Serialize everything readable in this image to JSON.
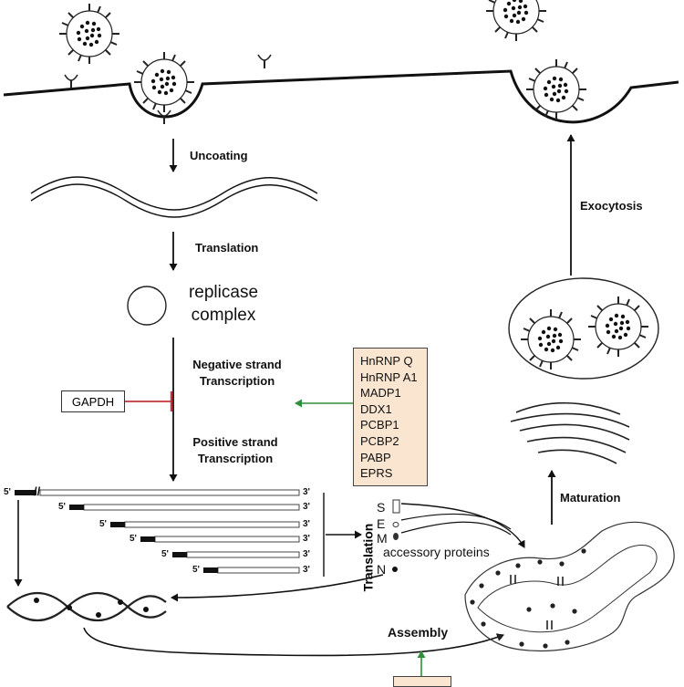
{
  "labels": {
    "uncoating": "Uncoating",
    "translation_1": "Translation",
    "replicase_line1": "replicase",
    "replicase_line2": "complex",
    "neg_line1": "Negative strand",
    "neg_line2": "Transcription",
    "pos_line1": "Positive strand",
    "pos_line2": "Transcription",
    "translation_2": "Translation",
    "exocytosis": "Exocytosis",
    "maturation": "Maturation",
    "assembly": "Assembly",
    "gapdh": "GAPDH",
    "accessory": "accessory proteins"
  },
  "host_factors": [
    "HnRNP Q",
    "HnRNP A1",
    "MADP1",
    "DDX1",
    "PCBP1",
    "PCBP2",
    "PABP",
    "EPRS"
  ],
  "structural_proteins": [
    "S",
    "E",
    "M",
    "N"
  ],
  "rna_ends": {
    "five": "5'",
    "three": "3'",
    "break": "//"
  },
  "colors": {
    "inhibition": "#c0343a",
    "activation": "#2f8f3a",
    "host_box": "#fae5d0"
  }
}
